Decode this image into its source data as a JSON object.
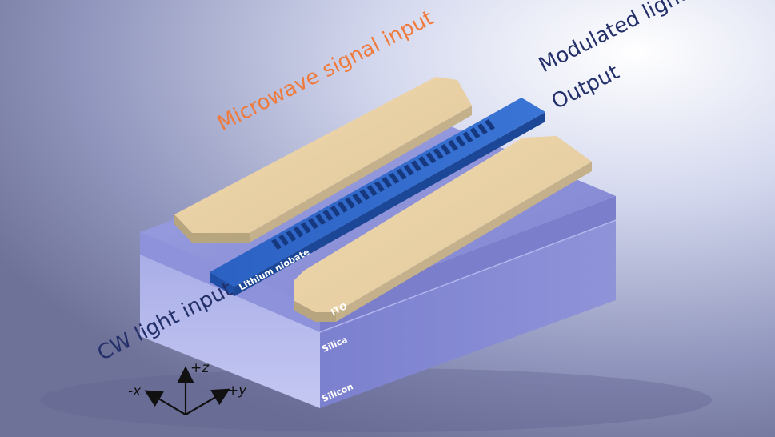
{
  "labels": {
    "microwave_input": "Microwave signal input",
    "modulated_output_line1": "Modulated light",
    "modulated_output_line2": "Output",
    "cw_input": "CW light input",
    "lithium_niobate": "Lithium niobate",
    "ito": "ITO",
    "silica": "Silica",
    "silicon": "Silicon"
  },
  "axes": {
    "z": "+z",
    "y": "+y",
    "x": "-x"
  },
  "colors": {
    "microwave_text": "#ef7a3b",
    "output_text": "#24306a",
    "electrode": "#e8cfa0",
    "waveguide": "#2a63c4",
    "silica_layer": "#8c8fd6",
    "silicon_layer": "#9a9fe0"
  }
}
